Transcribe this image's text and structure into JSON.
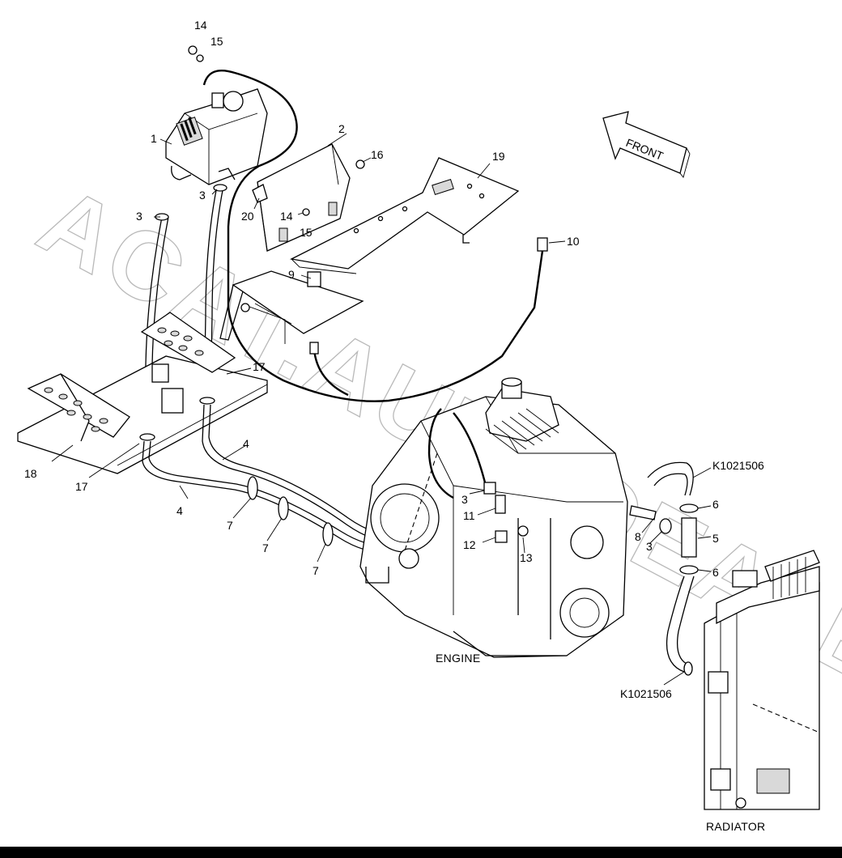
{
  "watermark": "ACAT.AUTODEALER.RU",
  "front_label": "FRONT",
  "captions": {
    "engine": "ENGINE",
    "radiator": "RADIATOR"
  },
  "callouts": {
    "c14a": "14",
    "c15a": "15",
    "c1": "1",
    "c2": "2",
    "c16": "16",
    "c19": "19",
    "c3a": "3",
    "c3b": "3",
    "c20": "20",
    "c14b": "14",
    "c15b": "15",
    "c10": "10",
    "c9": "9",
    "c17a": "17",
    "c17b": "17",
    "c18": "18",
    "c4a": "4",
    "c4b": "4",
    "c7a": "7",
    "c7b": "7",
    "c7c": "7",
    "c3c": "3",
    "c11": "11",
    "c12": "12",
    "c13": "13",
    "c8": "8",
    "c3d": "3",
    "c6a": "6",
    "c5": "5",
    "c6b": "6",
    "k1": "K1021506",
    "k2": "K1021506"
  },
  "colors": {
    "ink": "#000000",
    "watermark": "#b9b9b9",
    "background": "#ffffff"
  }
}
